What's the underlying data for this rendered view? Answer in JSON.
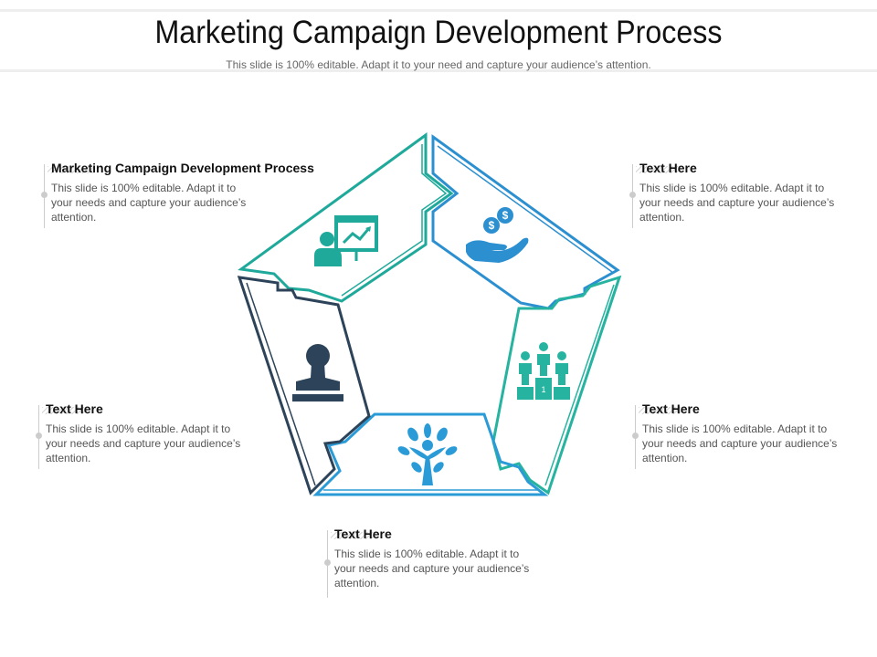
{
  "slide": {
    "title": "Marketing Campaign Development Process",
    "subtitle": "This slide is 100% editable. Adapt it to your need and capture your audience’s attention."
  },
  "blocks": [
    {
      "title": "Marketing Campaign Development Process",
      "body": "This slide is 100% editable. Adapt it to your needs and capture your audience’s attention."
    },
    {
      "title": "Text Here",
      "body": "This slide is 100% editable. Adapt it to your needs and capture your audience’s attention."
    },
    {
      "title": "Text Here",
      "body": "This slide is 100% editable. Adapt it to your needs and capture your audience’s attention."
    },
    {
      "title": "Text Here",
      "body": "This slide is 100% editable. Adapt it to your needs and capture your audience’s attention."
    },
    {
      "title": "Text Here",
      "body": "This slide is 100% editable. Adapt it to your needs and capture your audience’s attention."
    }
  ],
  "icons": {
    "top_left": "presentation-icon",
    "top_right": "money-hand-icon",
    "right": "podium-icon",
    "bottom": "tree-people-icon",
    "left": "stamp-icon",
    "podium_rank": "1"
  },
  "colors": {
    "teal": "#1fa99a",
    "blue": "#2b8fd0",
    "mint": "#26b3a0",
    "sky": "#2a9bd6",
    "navy": "#2c4359",
    "accent": "#1bb0b8"
  }
}
